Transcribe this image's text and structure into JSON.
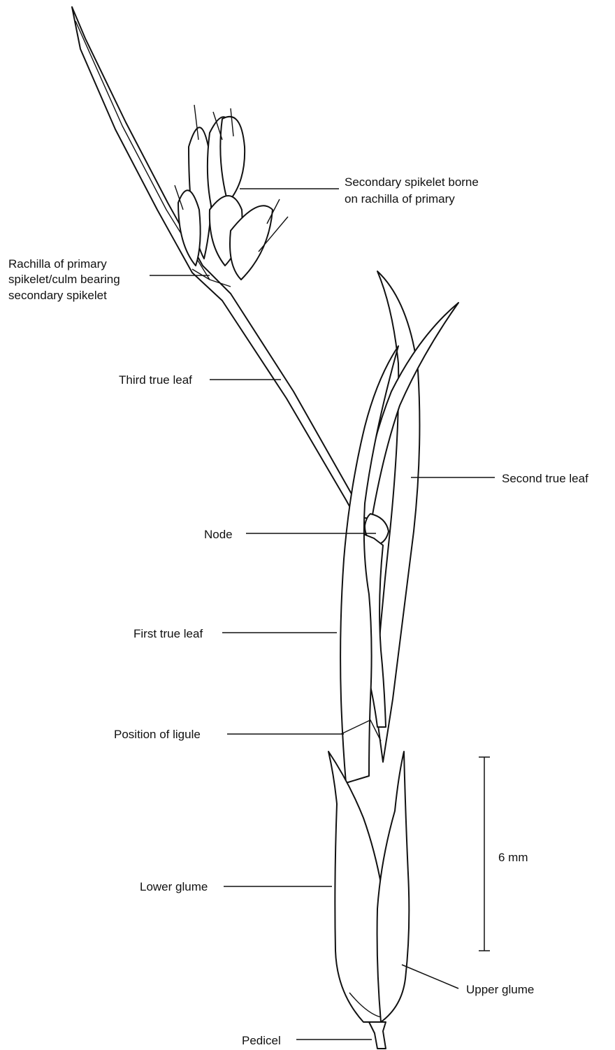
{
  "labels": {
    "secondary_spikelet_line1": "Secondary spikelet borne",
    "secondary_spikelet_line2": "on rachilla of primary",
    "rachilla_line1": "Rachilla of primary",
    "rachilla_line2": "spikelet/culm bearing",
    "rachilla_line3": "secondary spikelet",
    "third_true_leaf": "Third true leaf",
    "second_true_leaf": "Second true leaf",
    "node": "Node",
    "first_true_leaf": "First true leaf",
    "position_of_ligule": "Position of ligule",
    "lower_glume": "Lower glume",
    "upper_glume": "Upper glume",
    "pedicel": "Pedicel",
    "scale_bar": "6 mm"
  }
}
